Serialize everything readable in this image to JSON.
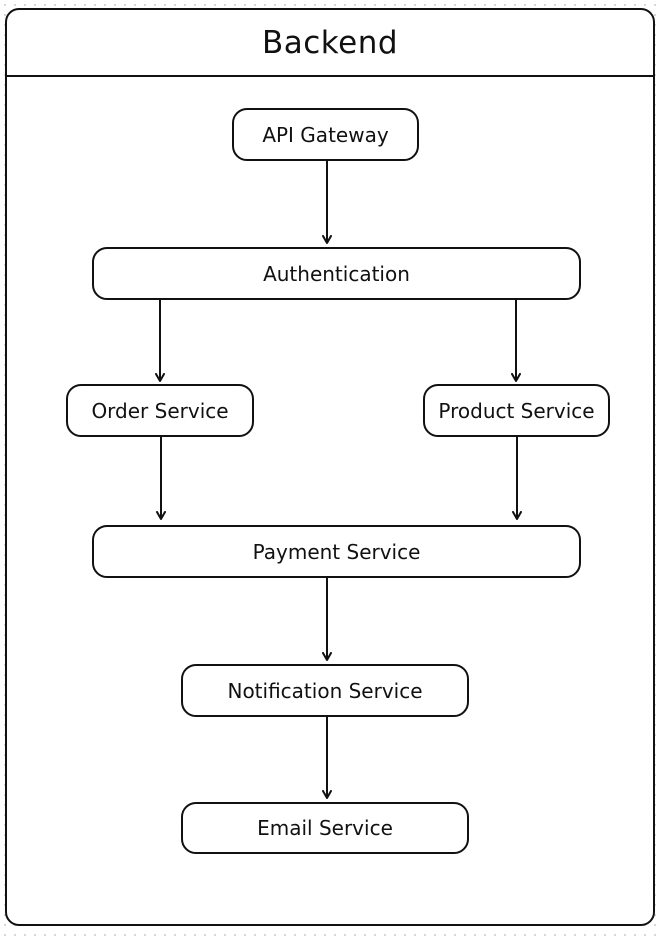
{
  "diagram": {
    "title": "Backend",
    "nodes": {
      "api_gateway": "API Gateway",
      "authentication": "Authentication",
      "order_service": "Order Service",
      "product_service": "Product Service",
      "payment_service": "Payment Service",
      "notification_service": "Notification Service",
      "email_service": "Email Service"
    },
    "edges": [
      {
        "from": "API Gateway",
        "to": "Authentication"
      },
      {
        "from": "Authentication",
        "to": "Order Service"
      },
      {
        "from": "Authentication",
        "to": "Product Service"
      },
      {
        "from": "Order Service",
        "to": "Payment Service"
      },
      {
        "from": "Product Service",
        "to": "Payment Service"
      },
      {
        "from": "Payment Service",
        "to": "Notification Service"
      },
      {
        "from": "Notification Service",
        "to": "Email Service"
      }
    ]
  }
}
